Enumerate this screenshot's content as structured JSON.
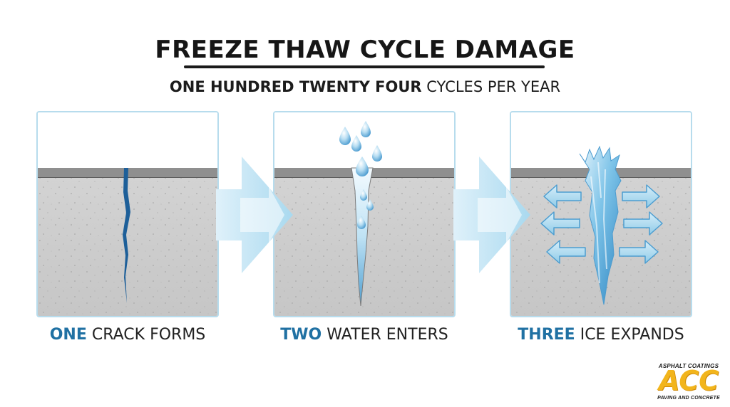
{
  "title": "FREEZE THAW CYCLE DAMAGE",
  "subtitle": {
    "bold": "ONE HUNDRED TWENTY FOUR",
    "rest": " CYCLES PER YEAR"
  },
  "steps": [
    {
      "number": "ONE",
      "label": " CRACK FORMS"
    },
    {
      "number": "TWO",
      "label": " WATER ENTERS"
    },
    {
      "number": "THREE",
      "label": " ICE EXPANDS"
    }
  ],
  "logo": {
    "top": "ASPHALT COATINGS",
    "main": "ACC",
    "bottom": "PAVING AND CONCRETE"
  },
  "colors": {
    "accent": "#2071a3",
    "panel_border": "#b7dced",
    "arrow": "#a9d9ef",
    "crack": "#1d5f99",
    "water": "#8cc8e6",
    "ice": "#6fbde4",
    "logo": "#f2b51c"
  },
  "icons": [
    "water-drop-icon",
    "expansion-arrow-icon",
    "flow-arrow-icon"
  ]
}
